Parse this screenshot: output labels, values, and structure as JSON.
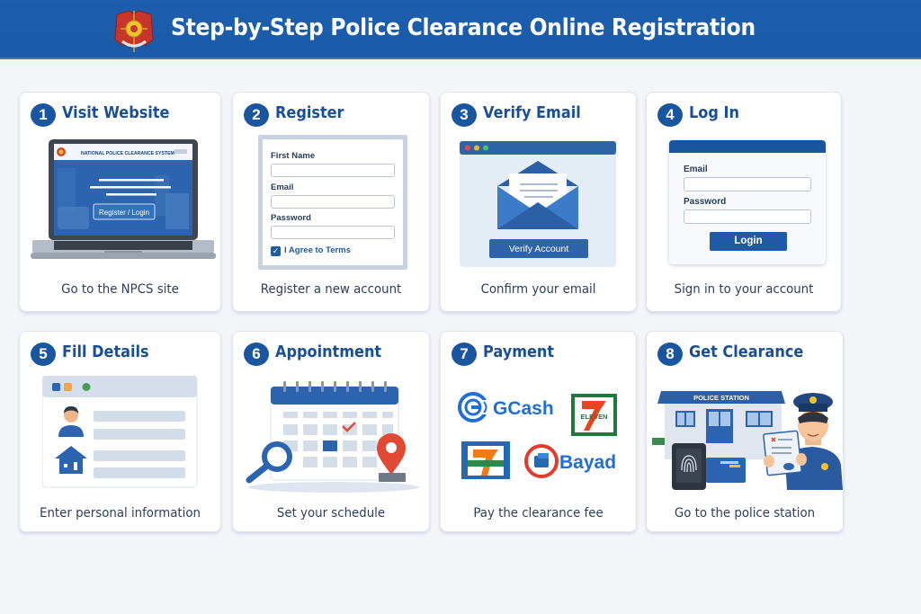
{
  "header": {
    "title": "Step-by-Step Police Clearance Online Registration",
    "logo": "pnp-badge-logo"
  },
  "colors": {
    "header_bg": "#1a5aa8",
    "accent": "#1a56a0",
    "background": "#f3f5f9",
    "card_bg": "#ffffff",
    "caption_text": "#2d3e5c"
  },
  "steps": [
    {
      "number": "1",
      "title": "Visit Website",
      "caption": "Go to the NPCS site",
      "illustration": {
        "type": "laptop",
        "site_title": "NATIONAL POLICE CLEARANCE SYSTEM",
        "button": "Register / Login"
      }
    },
    {
      "number": "2",
      "title": "Register",
      "caption": "Register a new account",
      "illustration": {
        "type": "registration-form",
        "fields": [
          "First Name",
          "Email",
          "Password"
        ],
        "checkbox": "I Agree to Terms",
        "checkbox_checked": true
      }
    },
    {
      "number": "3",
      "title": "Verify Email",
      "caption": "Confirm your email",
      "illustration": {
        "type": "email-envelope",
        "button": "Verify Account"
      }
    },
    {
      "number": "4",
      "title": "Log In",
      "caption": "Sign in to your account",
      "illustration": {
        "type": "login-form",
        "fields": [
          "Email",
          "Password"
        ],
        "button": "Login"
      }
    },
    {
      "number": "5",
      "title": "Fill Details",
      "caption": "Enter personal information",
      "illustration": {
        "type": "profile-form",
        "icons": [
          "person-icon",
          "house-icon"
        ]
      }
    },
    {
      "number": "6",
      "title": "Appointment",
      "caption": "Set your schedule",
      "illustration": {
        "type": "calendar",
        "icons": [
          "calendar-icon",
          "magnifier-icon",
          "map-pin-icon",
          "checkmark-icon"
        ]
      }
    },
    {
      "number": "7",
      "title": "Payment",
      "caption": "Pay the clearance fee",
      "illustration": {
        "type": "payment-logos",
        "logos": [
          "GCash",
          "7-Eleven",
          "7-Connect",
          "Bayad"
        ],
        "eleven_text": "ELEVEN"
      }
    },
    {
      "number": "8",
      "title": "Get Clearance",
      "caption": "Go to the police station",
      "illustration": {
        "type": "police-station",
        "sign": "POLICE STATION",
        "icons": [
          "police-officer-icon",
          "fingerprint-scanner-icon",
          "clearance-document-icon"
        ]
      }
    }
  ]
}
